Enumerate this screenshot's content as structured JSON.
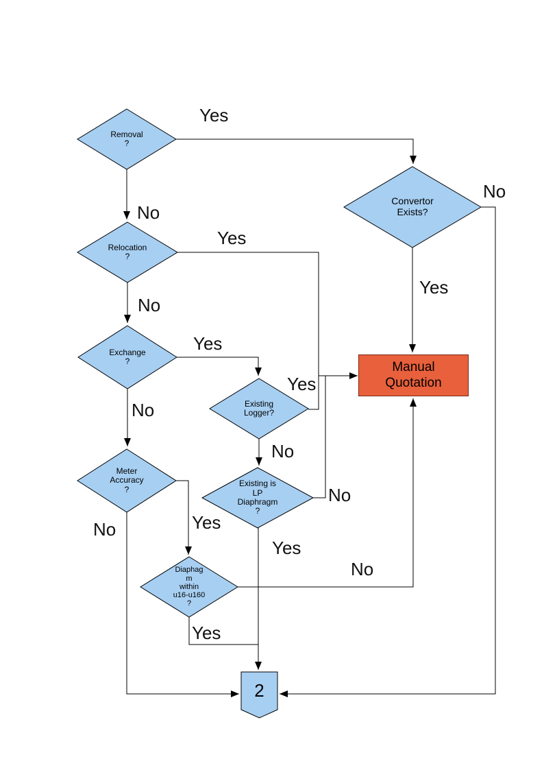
{
  "diagram_type": "flowchart",
  "colors": {
    "decision_fill": "#A7CFF2",
    "decision_border": "#000000",
    "process_fill": "#E8603C",
    "process_border": "#7A2815",
    "connector_fill": "#A7CFF2",
    "line": "#000000"
  },
  "nodes": {
    "removal": {
      "label": "Removal\n?"
    },
    "convertor": {
      "label": "Convertor\nExists?"
    },
    "relocation": {
      "label": "Relocation\n?"
    },
    "exchange": {
      "label": "Exchange\n?"
    },
    "existing_logger": {
      "label": "Existing\nLogger?"
    },
    "meter_accuracy": {
      "label": "Meter\nAccuracy\n?"
    },
    "lp_diaphragm": {
      "label": "Existing is\nLP\nDiaphragm\n?"
    },
    "diaphragm_range": {
      "label": "Diaphag\nm\nwithin\nu16-u160\n?"
    },
    "manual_quotation": {
      "label": "Manual\nQuotation"
    },
    "connector_2": {
      "label": "2"
    }
  },
  "edge_labels": {
    "removal_yes": "Yes",
    "removal_no": "No",
    "relocation_yes": "Yes",
    "relocation_no": "No",
    "exchange_yes": "Yes",
    "exchange_no": "No",
    "logger_yes": "Yes",
    "logger_no": "No",
    "lp_no": "No",
    "lp_yes": "Yes",
    "meter_yes": "Yes",
    "meter_no": "No",
    "diaphragm_yes": "Yes",
    "diaphragm_no": "No",
    "convertor_yes": "Yes",
    "convertor_no": "No"
  }
}
